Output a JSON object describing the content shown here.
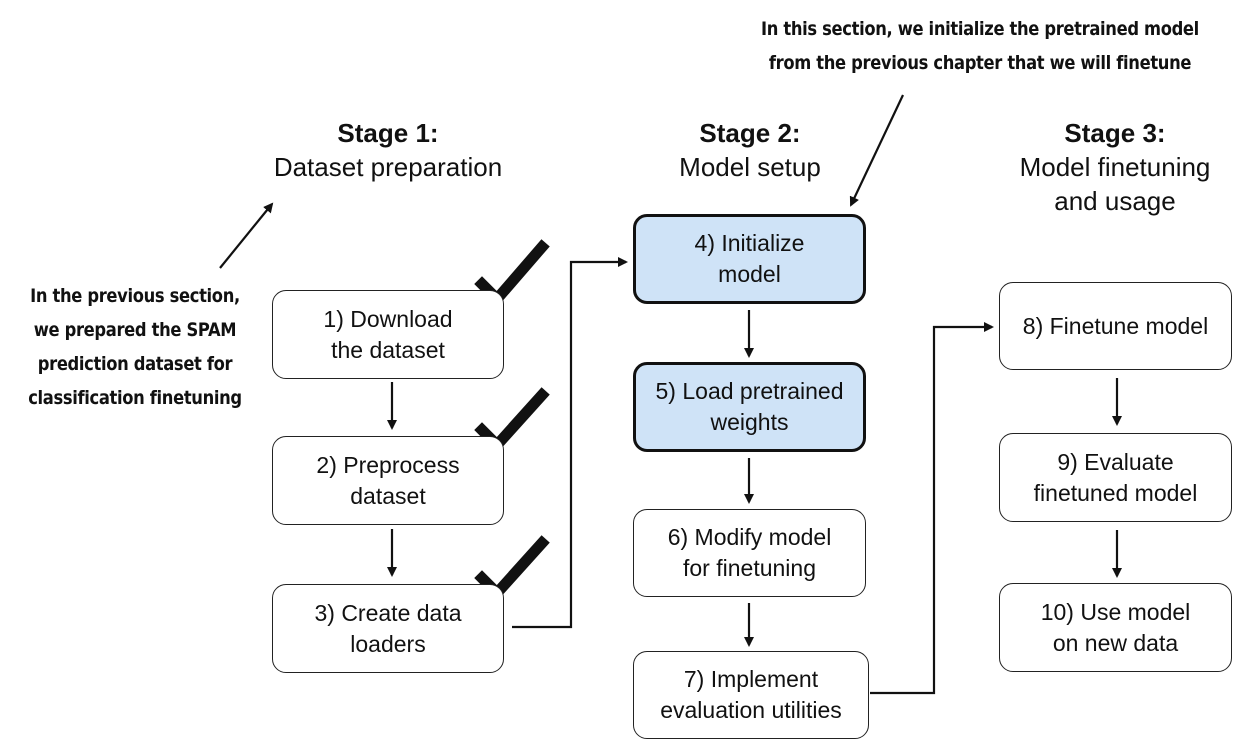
{
  "stages": {
    "stage1": {
      "title": "Stage 1:",
      "subtitle": "Dataset preparation"
    },
    "stage2": {
      "title": "Stage 2:",
      "subtitle": "Model setup"
    },
    "stage3": {
      "title": "Stage 3:",
      "subtitle_line1": "Model finetuning",
      "subtitle_line2": "and usage"
    }
  },
  "steps": {
    "s1": {
      "line1": "1) Download",
      "line2": "the dataset",
      "done": true
    },
    "s2": {
      "line1": "2) Preprocess",
      "line2": "dataset",
      "done": true
    },
    "s3": {
      "line1": "3) Create data",
      "line2": "loaders",
      "done": true
    },
    "s4": {
      "line1": "4) Initialize",
      "line2": "model",
      "highlighted": true
    },
    "s5": {
      "line1": "5) Load pretrained",
      "line2": "weights",
      "highlighted": true
    },
    "s6": {
      "line1": "6) Modify model",
      "line2": "for finetuning"
    },
    "s7": {
      "line1": "7) Implement",
      "line2": "evaluation utilities"
    },
    "s8": {
      "line1": "8) Finetune model",
      "line2": ""
    },
    "s9": {
      "line1": "9) Evaluate",
      "line2": "finetuned model"
    },
    "s10": {
      "line1": "10) Use model",
      "line2": "on new data"
    }
  },
  "notes": {
    "top": {
      "line1": "In this section, we initialize the pretrained model",
      "line2": "from the previous chapter that we will finetune"
    },
    "left": {
      "line1": "In the previous section,",
      "line2": "we prepared the SPAM",
      "line3": "prediction dataset for",
      "line4": "classification finetuning"
    }
  },
  "colors": {
    "highlight": "#cfe3f7",
    "stroke": "#111111"
  }
}
